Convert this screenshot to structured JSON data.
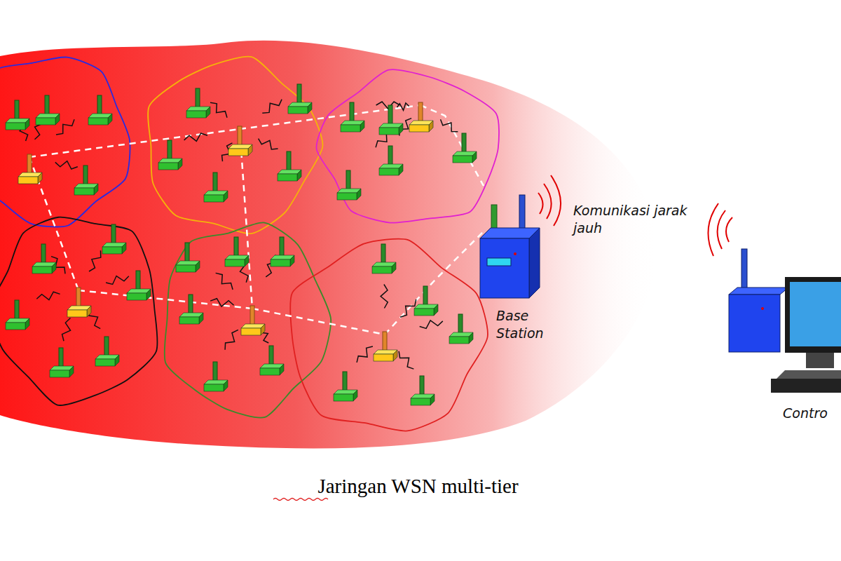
{
  "diagram": {
    "caption": "Jaringan WSN multi-tier",
    "labels": [
      "Komunikasi jarak jauh",
      "Base Station",
      "Contro"
    ]
  }
}
